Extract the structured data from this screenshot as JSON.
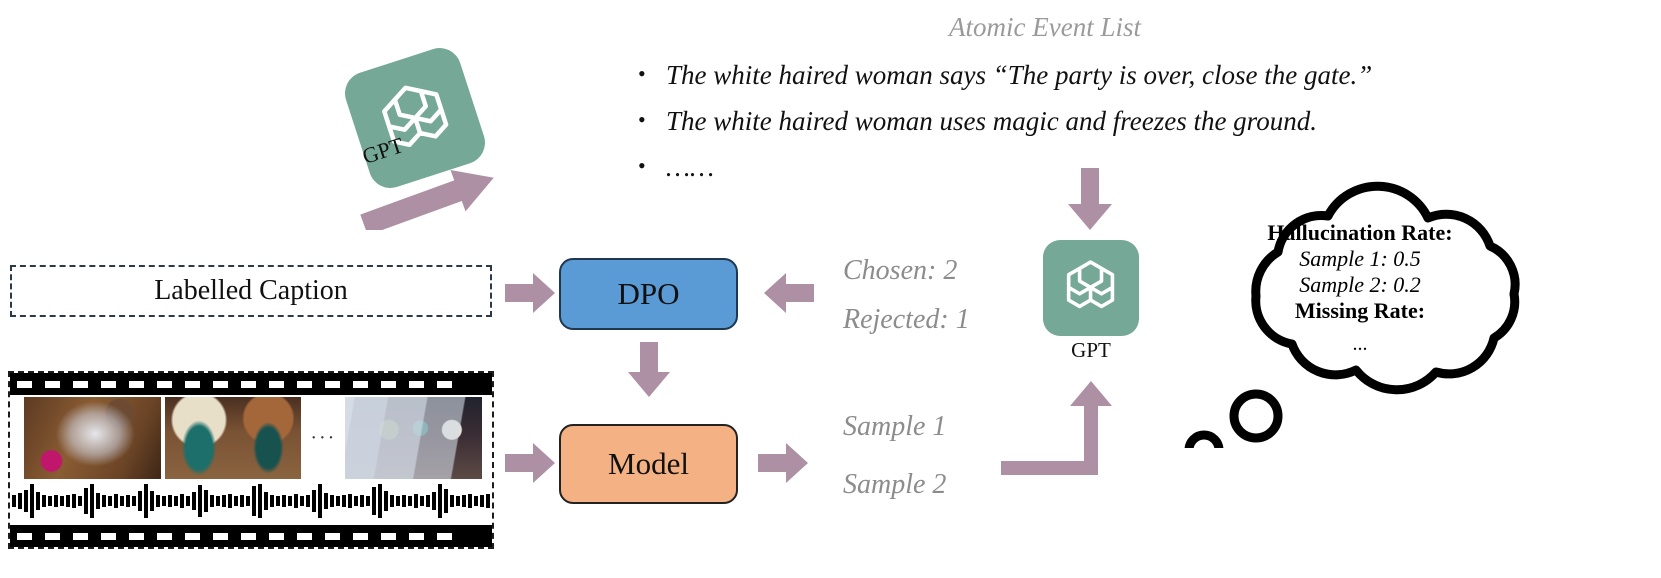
{
  "diagram": {
    "title_note": "DPO training pipeline with GPT-based atomic event evaluation",
    "atomic_event_list": {
      "title": "Atomic Event List",
      "bullets": [
        "The white haired woman says “The party is over, close the gate.”",
        "The white haired woman uses magic and freezes the ground.",
        "……"
      ]
    },
    "gpt_top": {
      "label": "GPT",
      "icon": "openai-logo-icon",
      "tile_color": "#75a897"
    },
    "gpt_right": {
      "label": "GPT",
      "icon": "openai-logo-icon",
      "tile_color": "#75a897"
    },
    "labelled_caption": {
      "text": "Labelled Caption"
    },
    "boxes": {
      "dpo": {
        "label": "DPO",
        "fill": "#5b9bd5",
        "stroke": "#20384f"
      },
      "model": {
        "label": "Model",
        "fill": "#f4b183",
        "stroke": "#222222"
      }
    },
    "preference": {
      "chosen": "Chosen: 2",
      "rejected": "Rejected: 1"
    },
    "samples": {
      "sample1": "Sample 1",
      "sample2": "Sample 2"
    },
    "cloud": {
      "lines": [
        {
          "text": "Hallucination Rate:",
          "style": "bold"
        },
        {
          "text": "Sample 1: 0.5",
          "style": "italic"
        },
        {
          "text": "Sample 2: 0.2",
          "style": "italic"
        },
        {
          "text": "Missing Rate:",
          "style": "bold"
        },
        {
          "text": "...",
          "style": "plain"
        }
      ]
    },
    "filmstrip": {
      "frames_alt": [
        "ice-burst-over-ballroom-floor-frame",
        "white-haired-woman-facing-other-woman-frame",
        "crowd-with-ice-spikes-frame"
      ],
      "ellipsis": "···",
      "audio_track": "audio-waveform"
    },
    "colors": {
      "arrow": "#ad90a4",
      "gpt_tile": "#75a897",
      "dpo_blue": "#5b9bd5",
      "model_orange": "#f4b183",
      "gray_text": "#8c8c8c",
      "title_gray": "#9a9a9a",
      "dash_border": "#2b3a4a"
    }
  }
}
